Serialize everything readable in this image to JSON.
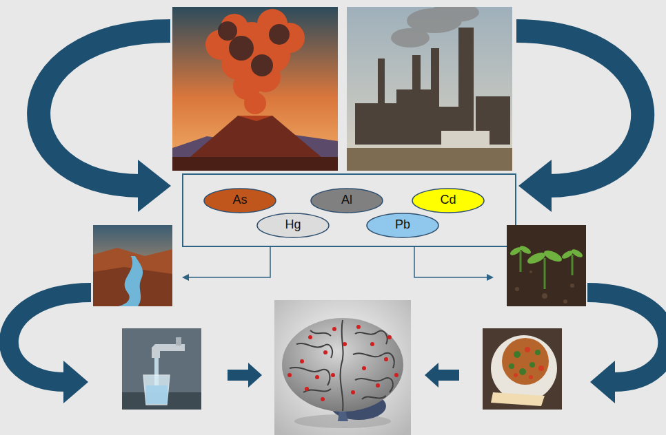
{
  "diagram": {
    "nodes": [
      {
        "text": [
          "As"
        ]
      },
      {
        "text": [
          "Al"
        ]
      },
      {
        "text": [
          "Cd"
        ]
      },
      {
        "text": [
          "Hg"
        ]
      },
      {
        "text": [
          "Pb"
        ]
      }
    ]
  }
}
